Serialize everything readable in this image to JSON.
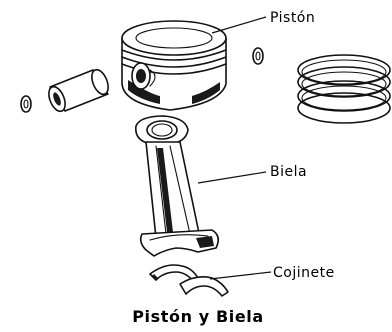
{
  "diagram": {
    "labels": {
      "piston": "Pistón",
      "rod": "Biela",
      "bearing": "Cojinete"
    },
    "caption": "Pistón y Biela"
  }
}
